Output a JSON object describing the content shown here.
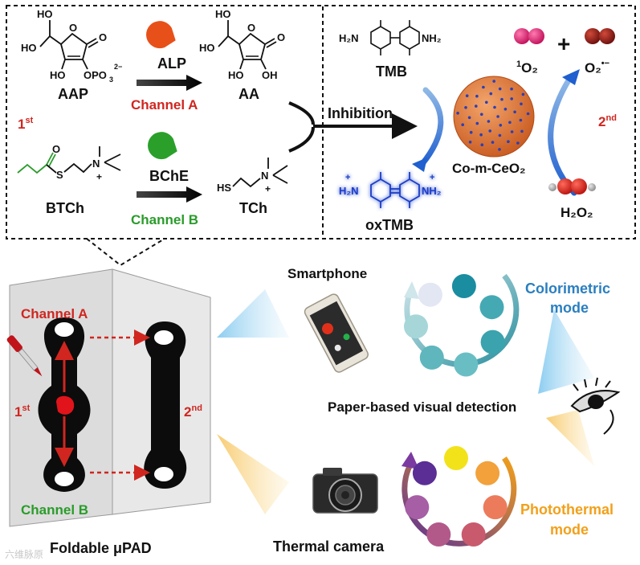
{
  "top": {
    "step1": "1",
    "step1_sup": "st",
    "step2": "2",
    "step2_sup": "nd",
    "aap": {
      "label": "AAP",
      "oh1": "HO",
      "oh2": "HO",
      "oh3": "HO",
      "o": "O",
      "opo3": "OPO",
      "opo3_sub": "3",
      "opo3_sup": "2−"
    },
    "alp": "ALP",
    "channel_a": "Channel A",
    "aa": {
      "label": "AA",
      "oh1": "HO",
      "oh2": "HO",
      "oh3": "HO",
      "oh4": "OH",
      "o": "O"
    },
    "btch": {
      "label": "BTCh",
      "s": "S",
      "o": "O",
      "n": "N",
      "plus": "+"
    },
    "bche": "BChE",
    "channel_b": "Channel B",
    "tch": {
      "label": "TCh",
      "hs": "HS",
      "n": "N",
      "plus": "+"
    },
    "inhibition": "Inhibition",
    "tmb": {
      "label": "TMB",
      "h2n": "H₂N",
      "nh2": "NH₂"
    },
    "oxtmb": {
      "label": "oxTMB",
      "hn_left": "H₂N",
      "nh_right": "NH₂",
      "plus": "+"
    },
    "nanozyme": "Co-m-CeO₂",
    "singlet_o2": "O₂",
    "singlet_prefix": "1",
    "plus_sign": "+",
    "superoxide": "O₂",
    "superoxide_sup": "•−",
    "h2o2": "H₂O₂"
  },
  "bottom": {
    "channel_a": "Channel A",
    "channel_b": "Channel B",
    "step1": "1",
    "step1_sup": "st",
    "step2": "2",
    "step2_sup": "nd",
    "device_label": "Foldable μPAD",
    "smartphone": "Smartphone",
    "thermal_camera": "Thermal camera",
    "paper_detection": "Paper-based visual detection",
    "colorimetric_1": "Colorimetric",
    "colorimetric_2": "mode",
    "photothermal_1": "Photothermal",
    "photothermal_2": "mode",
    "watermark": "六维脉原"
  },
  "colors": {
    "channel_a": "#d0261f",
    "channel_b": "#2a9c2a",
    "colorimetric": "#2a7fc0",
    "photothermal": "#f2a01a",
    "blue_ring": [
      "#e3e6f3",
      "#1a8da0",
      "#45a9b4",
      "#3aa3ae",
      "#69bec3",
      "#5fb6bd",
      "#a6d6d8"
    ],
    "warm_ring": [
      "#f2e21a",
      "#f2a13b",
      "#ec7b5c",
      "#c95a6d",
      "#b2598a",
      "#a65ea5",
      "#5a2e95"
    ]
  }
}
